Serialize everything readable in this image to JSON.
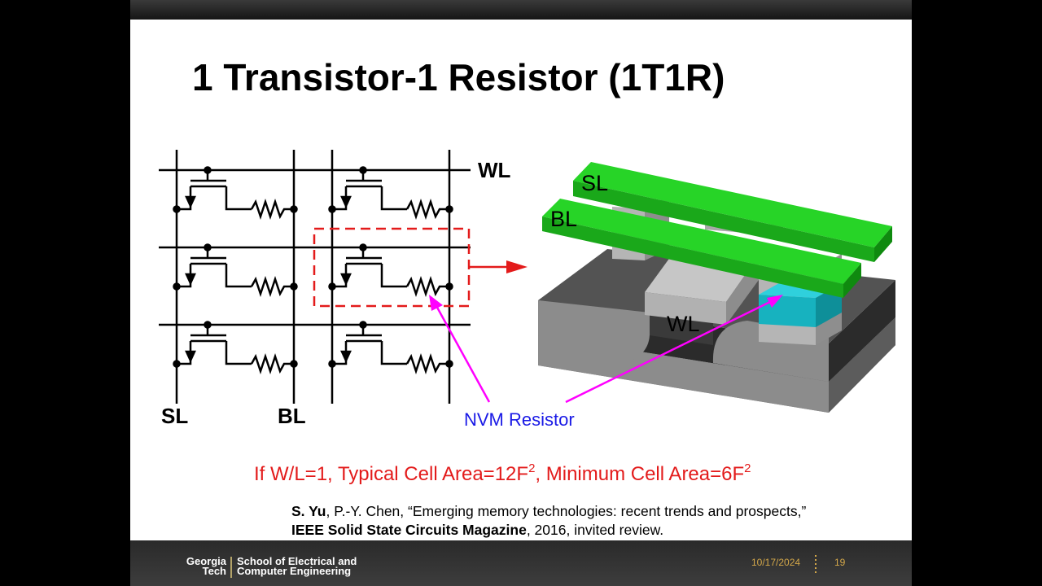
{
  "slide": {
    "title": "1 Transistor-1 Resistor (1T1R)",
    "circuit_labels": {
      "wl": "WL",
      "sl": "SL",
      "bl": "BL"
    },
    "device_labels": {
      "sl": "SL",
      "bl": "BL",
      "wl": "WL"
    },
    "nvm_label": "NVM Resistor",
    "cell_area": {
      "part1": "If W/L=1, Typical Cell Area=12F",
      "sup1": "2",
      "part2": ", Minimum Cell Area=6F",
      "sup2": "2"
    },
    "reference": {
      "author_bold": "S. Yu",
      "authors_rest": ", P.-Y. Chen, “Emerging memory technologies: recent trends and prospects,” ",
      "journal_bold": "IEEE Solid State Circuits Magazine",
      "tail": ", 2016, invited review."
    }
  },
  "footer": {
    "logo_line1": "Georgia",
    "logo_line2": "Tech",
    "school_line1": "School of Electrical and",
    "school_line2": "Computer Engineering",
    "date": "10/17/2024",
    "page_number": "19"
  },
  "colors": {
    "title": "#000000",
    "cell_area_text": "#e31b1b",
    "nvm_label_text": "#1a1ae6",
    "arrow_magenta": "#ff00ff",
    "highlight_dashed": "#e31b1b",
    "device_green": "#22c922",
    "device_cyan": "#1ab7c3",
    "footer_gold": "#d4a84a"
  }
}
